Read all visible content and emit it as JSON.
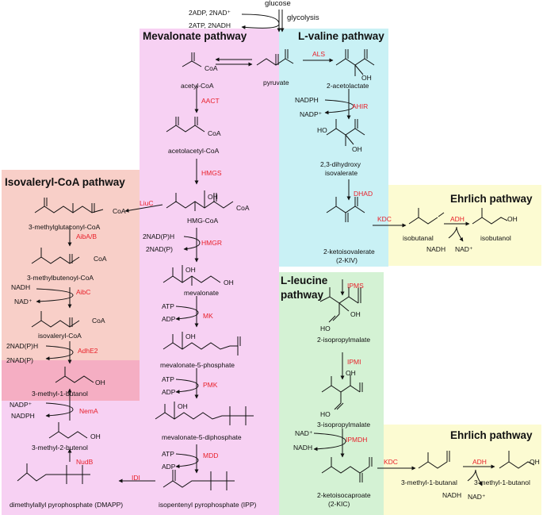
{
  "colors": {
    "mevalonate": "#f7d1f3",
    "valine": "#c9f1f5",
    "isovaleryl": "#f8cfc8",
    "isovaleryl_highlight": "#f5aec3",
    "leucine": "#d4f2d4",
    "ehrlich": "#fcfbd2",
    "enzyme": "#e8202a"
  },
  "titles": {
    "mevalonate": "Mevalonate pathway",
    "valine": "L-valine pathway",
    "isovaleryl": "Isovaleryl-CoA pathway",
    "leucine_1": "L-leucine",
    "leucine_2": "pathway",
    "ehrlich_top": "Ehrlich pathway",
    "ehrlich_bottom": "Ehrlich pathway"
  },
  "glycolysis": {
    "glucose": "glucose",
    "glycolysis": "glycolysis",
    "in": "2ADP, 2NAD⁺",
    "out": "2ATP, 2NADH"
  },
  "mevalonate": {
    "pyruvate": "pyruvate",
    "acetyl_coa": "acetyl-CoA",
    "aact": "AACT",
    "acetoacetyl_coa": "acetolacetyl-CoA",
    "hmgs": "HMGS",
    "hmg_coa": "HMG-CoA",
    "hmgr": "HMGR",
    "hmgr_in": "2NAD(P)H",
    "hmgr_out": "2NAD(P)",
    "mevalonate": "mevalonate",
    "mk": "MK",
    "mk_in": "ATP",
    "mk_out": "ADP",
    "mev5p": "mevalonate-5-phosphate",
    "pmk": "PMK",
    "pmk_in": "ATP",
    "pmk_out": "ADP",
    "mev5pp": "mevalonate-5-diphosphate",
    "mdd": "MDD",
    "mdd_in": "ATP",
    "mdd_out": "ADP",
    "ipp": "isopentenyl pyrophosphate (IPP)",
    "idi": "IDI",
    "dmapp": "dimethylallyl pyrophosphate (DMAPP)",
    "coa": "CoA",
    "oh": "OH"
  },
  "valine": {
    "als": "ALS",
    "acetolactate": "2-acetolactate",
    "ahir": "AHIR",
    "nadph": "NADPH",
    "nadp": "NADP⁺",
    "dihydroxy_1": "2,3-dihydroxy",
    "dihydroxy_2": "isovalerate",
    "dhad": "DHAD",
    "kiv_1": "2-ketoisovalerate",
    "kiv_2": "(2-KIV)",
    "ho": "HO"
  },
  "ehrlich_top": {
    "kdc": "KDC",
    "isobutanal": "isobutanal",
    "adh": "ADH",
    "nadh": "NADH",
    "nad": "NAD⁺",
    "isobutanol": "isobutanol",
    "oh": "OH"
  },
  "leucine": {
    "ipms": "IPMS",
    "ipm2": "2-isopropylmalate",
    "ipmi": "IPMI",
    "ipm3": "3-isopropylmalate",
    "ipmdh": "IPMDH",
    "nad": "NAD⁺",
    "nadh": "NADH",
    "kic_1": "2-ketoisocaproate",
    "kic_2": "(2-KIC)",
    "ho": "HO",
    "oh": "OH"
  },
  "ehrlich_bottom": {
    "kdc": "KDC",
    "methylbutanal": "3-methyl-1-butanal",
    "adh": "ADH",
    "nadh": "NADH",
    "nad": "NAD⁺",
    "methylbutanol": "3-methyl-1-butanol",
    "oh": "OH"
  },
  "isovaleryl": {
    "liuc": "LiuC",
    "mgc": "3-methylglutaconyl-CoA",
    "aiba": "AibA/B",
    "mbc": "3-methylbutenoyl-CoA",
    "aibc": "AibC",
    "nadh": "NADH",
    "nad": "NAD⁺",
    "ivc": "isovaleryl-CoA",
    "adhe2": "AdhE2",
    "adhe2_in": "2NAD(P)H",
    "adhe2_out": "2NAD(P)",
    "methylbutanol": "3-methyl-1-butanol",
    "nema": "NemA",
    "nema_in": "NADP⁺",
    "nema_out": "NADPH",
    "methylbutenol": "3-methyl-2-butenol",
    "nudb": "NudB",
    "coa": "CoA",
    "oh": "OH"
  }
}
